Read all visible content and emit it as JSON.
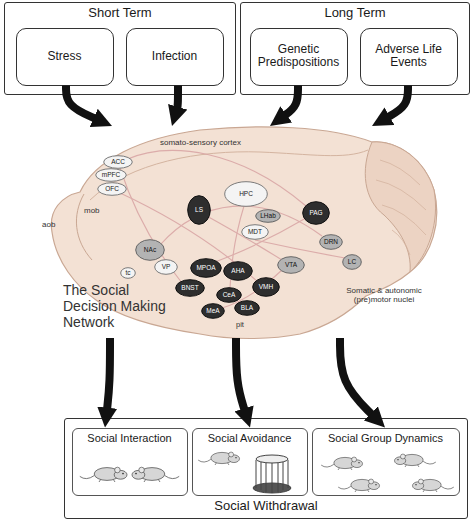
{
  "diagram": {
    "nodes": [
      {
        "text": [
          "Short Term"
        ]
      },
      {
        "text": [
          "Stress"
        ],
        "in": 0
      },
      {
        "text": [
          "Infection"
        ],
        "in": 0
      },
      {
        "text": [
          "Long Term"
        ]
      },
      {
        "text": [
          "Genetic Predispositions"
        ],
        "in": 3
      },
      {
        "text": [
          "Adverse Life Events"
        ],
        "in": 3
      },
      {
        "text": [
          "The Social Decision Making Network"
        ]
      },
      {
        "text": [
          "ACC"
        ],
        "in": 6
      },
      {
        "text": [
          "mPFC"
        ],
        "in": 6
      },
      {
        "text": [
          "OFC"
        ],
        "in": 6
      },
      {
        "text": [
          "HPC"
        ],
        "in": 6
      },
      {
        "text": [
          "LS"
        ],
        "in": 6
      },
      {
        "text": [
          "PAG"
        ],
        "in": 6
      },
      {
        "text": [
          "LHab"
        ],
        "in": 6
      },
      {
        "text": [
          "MDT"
        ],
        "in": 6
      },
      {
        "text": [
          "DRN"
        ],
        "in": 6
      },
      {
        "text": [
          "NAc"
        ],
        "in": 6
      },
      {
        "text": [
          "VTA"
        ],
        "in": 6
      },
      {
        "text": [
          "LC"
        ],
        "in": 6
      },
      {
        "text": [
          "MPOA"
        ],
        "in": 6
      },
      {
        "text": [
          "AHA"
        ],
        "in": 6
      },
      {
        "text": [
          "VP"
        ],
        "in": 6
      },
      {
        "text": [
          "tc"
        ],
        "in": 6
      },
      {
        "text": [
          "VMH"
        ],
        "in": 6
      },
      {
        "text": [
          "BNST"
        ],
        "in": 6
      },
      {
        "text": [
          "CeA"
        ],
        "in": 6
      },
      {
        "text": [
          "BLA"
        ],
        "in": 6
      },
      {
        "text": [
          "MeA"
        ],
        "in": 6
      },
      {
        "text": [
          "Social Withdrawal"
        ]
      },
      {
        "text": [
          "Social Interaction"
        ],
        "in": 28
      },
      {
        "text": [
          "Social Avoidance"
        ],
        "in": 28
      },
      {
        "text": [
          "Social Group Dynamics"
        ],
        "in": 28
      }
    ],
    "edges": [
      {
        "from": 1,
        "to": 6,
        "arrow": "to"
      },
      {
        "from": 2,
        "to": 6,
        "arrow": "to"
      },
      {
        "from": 4,
        "to": 6,
        "arrow": "to"
      },
      {
        "from": 5,
        "to": 6,
        "arrow": "to"
      },
      {
        "from": 6,
        "to": 29,
        "arrow": "to"
      },
      {
        "from": 6,
        "to": 30,
        "arrow": "to"
      },
      {
        "from": 6,
        "to": 31,
        "arrow": "to"
      }
    ],
    "labels": [
      "somato-sensory cortex",
      "mob",
      "aob",
      "Somatic & autonomic (pre)motor nuclei",
      "pit"
    ]
  }
}
